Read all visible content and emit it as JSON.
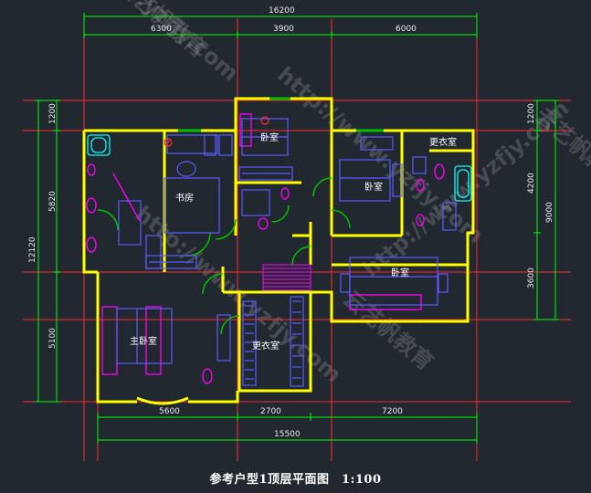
{
  "colors": {
    "background": "#212830",
    "dimension_line": "#00ff00",
    "axis_line": "#ff2a2a",
    "wall": "#ffff00",
    "fixture": "#ff00ff",
    "furniture": "#5a5aff",
    "door": "#00c000",
    "text": "#ffffff"
  },
  "dimensions": {
    "top_total": "16200",
    "top_1": "6300",
    "top_2": "3900",
    "top_3": "6000",
    "bottom_1": "5600",
    "bottom_2": "2700",
    "bottom_3": "7200",
    "bottom_total": "15500",
    "left_1": "1200",
    "left_2": "5820",
    "left_total": "12120",
    "left_3": "5100",
    "right_1": "1200",
    "right_2": "4200",
    "right_total": "9000",
    "right_3": "3600"
  },
  "rooms": {
    "bedroom_1": "卧室",
    "dressing_1": "更衣室",
    "bedroom_2": "卧室",
    "study": "书房",
    "bedroom_3": "卧室",
    "master_bedroom": "主卧室",
    "dressing_2": "更衣室"
  },
  "watermarks": {
    "url_1": "http://www.yzfjy.com",
    "url_2": "http://www.yzfjy.com",
    "url_3": "http://www.yzfjy.com",
    "url_4": "http://www.yzfjy.com",
    "brand_1": "云艺帆教育",
    "brand_2": "云艺帆教育",
    "brand_3": "云艺帆教育"
  },
  "caption": "参考户型1顶层平面图　1:100"
}
